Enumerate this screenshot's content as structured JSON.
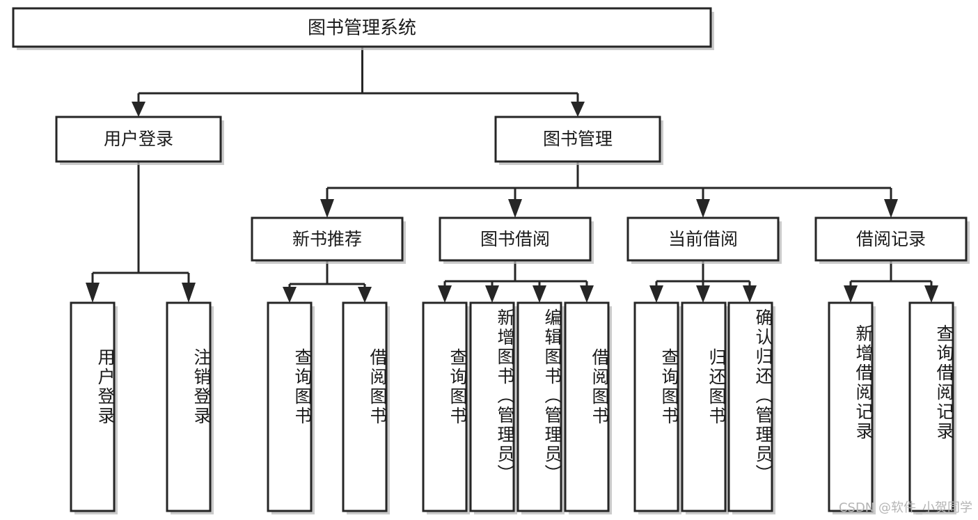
{
  "diagram": {
    "title": "图书管理系统",
    "type": "tree",
    "watermark": "CSDN @软件_小贺同学",
    "colors": {
      "stroke": "#262626",
      "fill": "#ffffff",
      "text": "#1a1a1a",
      "shadow": "#b9b9b9",
      "watermark": "#b5b5b5"
    },
    "levels": {
      "root": "图书管理系统",
      "level2": [
        "用户登录",
        "图书管理"
      ],
      "level3": [
        "新书推荐",
        "图书借阅",
        "当前借阅",
        "借阅记录"
      ]
    },
    "nodes": {
      "root": {
        "label": "图书管理系统"
      },
      "user_login": {
        "label": "用户登录"
      },
      "book_manage": {
        "label": "图书管理"
      },
      "new_book_rec": {
        "label": "新书推荐"
      },
      "book_borrow": {
        "label": "图书借阅"
      },
      "current_borrow": {
        "label": "当前借阅"
      },
      "borrow_record": {
        "label": "借阅记录"
      },
      "leaf_user_login": {
        "label": "用户登录"
      },
      "leaf_user_logout": {
        "label": "注销登录"
      },
      "leaf_query_book_1": {
        "label": "查询图书"
      },
      "leaf_borrow_book_1": {
        "label": "借阅图书"
      },
      "leaf_query_book_2": {
        "label": "查询图书"
      },
      "leaf_add_book_admin": {
        "label": "新增图书（管理员）"
      },
      "leaf_edit_book_admin": {
        "label": "编辑图书（管理员）"
      },
      "leaf_borrow_book_2": {
        "label": "借阅图书"
      },
      "leaf_query_book_3": {
        "label": "查询图书"
      },
      "leaf_return_book": {
        "label": "归还图书"
      },
      "leaf_confirm_return_admin": {
        "label": "确认归还（管理员）"
      },
      "leaf_add_record": {
        "label": "新增借阅记录"
      },
      "leaf_query_record": {
        "label": "查询借阅记录"
      }
    },
    "edges": [
      {
        "from": "root",
        "to": "user_login"
      },
      {
        "from": "root",
        "to": "book_manage"
      },
      {
        "from": "user_login",
        "to": "leaf_user_login"
      },
      {
        "from": "user_login",
        "to": "leaf_user_logout"
      },
      {
        "from": "book_manage",
        "to": "new_book_rec"
      },
      {
        "from": "book_manage",
        "to": "book_borrow"
      },
      {
        "from": "book_manage",
        "to": "current_borrow"
      },
      {
        "from": "book_manage",
        "to": "borrow_record"
      },
      {
        "from": "new_book_rec",
        "to": "leaf_query_book_1"
      },
      {
        "from": "new_book_rec",
        "to": "leaf_borrow_book_1"
      },
      {
        "from": "book_borrow",
        "to": "leaf_query_book_2"
      },
      {
        "from": "book_borrow",
        "to": "leaf_add_book_admin"
      },
      {
        "from": "book_borrow",
        "to": "leaf_edit_book_admin"
      },
      {
        "from": "book_borrow",
        "to": "leaf_borrow_book_2"
      },
      {
        "from": "current_borrow",
        "to": "leaf_query_book_3"
      },
      {
        "from": "current_borrow",
        "to": "leaf_return_book"
      },
      {
        "from": "current_borrow",
        "to": "leaf_confirm_return_admin"
      },
      {
        "from": "borrow_record",
        "to": "leaf_add_record"
      },
      {
        "from": "borrow_record",
        "to": "leaf_query_record"
      }
    ]
  }
}
